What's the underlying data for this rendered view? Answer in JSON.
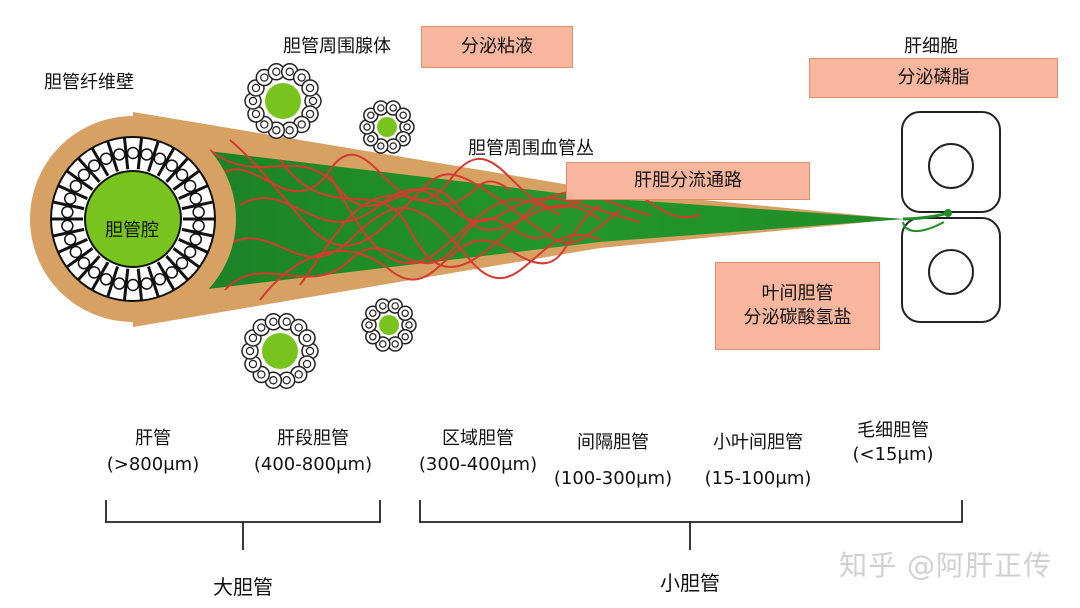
{
  "labels": {
    "fibrous_wall": "胆管纤维壁",
    "lumen": "胆管腔",
    "peribiliary_glands": "胆管周围腺体",
    "secrete_mucus": "分泌粘液",
    "peribiliary_plexus": "胆管周围血管丛",
    "hepatobiliary_shunt": "肝胆分流通路",
    "hepatocyte": "肝细胞",
    "secrete_phospholipid": "分泌磷脂",
    "interlobular_duct_line1": "叶间胆管",
    "interlobular_duct_line2": "分泌碳酸氢盐"
  },
  "duct_sizes": [
    {
      "name": "肝管",
      "size": "(>800μm)"
    },
    {
      "name": "肝段胆管",
      "size": "(400-800μm)"
    },
    {
      "name": "区域胆管",
      "size": "(300-400μm)"
    },
    {
      "name": "间隔胆管",
      "size": "(100-300μm)"
    },
    {
      "name": "小叶间胆管",
      "size": "(15-100μm)"
    },
    {
      "name": "毛细胆管",
      "size": "(<15μm)"
    }
  ],
  "groups": {
    "large": "大胆管",
    "small": "小胆管"
  },
  "watermark": "知乎 @阿肝正传",
  "colors": {
    "wall": "#d6a162",
    "lumen": "#79c31e",
    "duct_cone": "#1f8d28",
    "vessel": "#d63a2f",
    "box": "#f7b69d"
  }
}
